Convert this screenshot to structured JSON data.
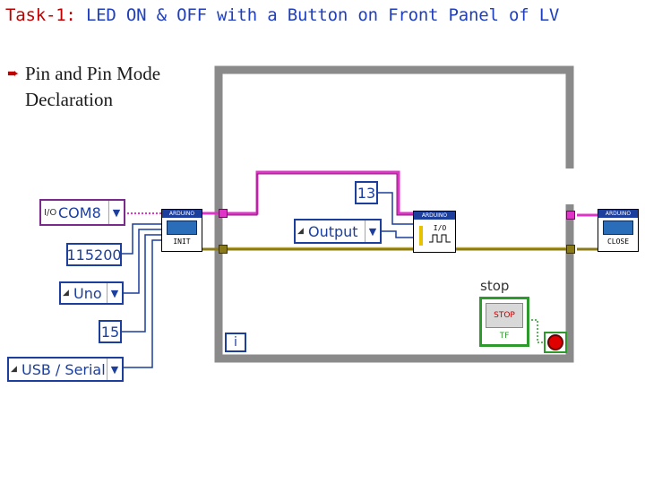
{
  "title": {
    "prefix": "Task-1:",
    "text": "LED ON & OFF with a Button on Front Panel of LV"
  },
  "bullet": {
    "line1": "Pin and Pin Mode",
    "line2": "Declaration"
  },
  "controls": {
    "com_port": {
      "prefix": "I/O",
      "value": "COM8"
    },
    "baud_rate": "115200",
    "board_type": "Uno",
    "bytes_per_packet": "15",
    "connection_type": "USB / Serial",
    "pin_number": "13",
    "pin_mode": "Output"
  },
  "vis": {
    "init": {
      "header": "ARDUINO",
      "label": "INIT"
    },
    "set_pin": {
      "header": "ARDUINO",
      "label": "I/O"
    },
    "close": {
      "header": "ARDUINO",
      "label": "CLOSE"
    }
  },
  "while_loop": {
    "iteration_label": "i",
    "stop_label": "stop",
    "stop_button_text": "STOP",
    "stop_bool_text": "TF"
  },
  "colors": {
    "arduino_resource_wire": "#e033c8",
    "error_wire": "#8a7a18",
    "control_border": "#1c3f9e",
    "loop_frame": "#8a8a8a",
    "stop_frame": "#2e9a2e",
    "title_prefix": "#c00000",
    "title_text": "#1f3fbf"
  },
  "icons": [
    "bullet-arrow-icon",
    "dropdown-arrow-icon",
    "stop-condition-icon"
  ]
}
